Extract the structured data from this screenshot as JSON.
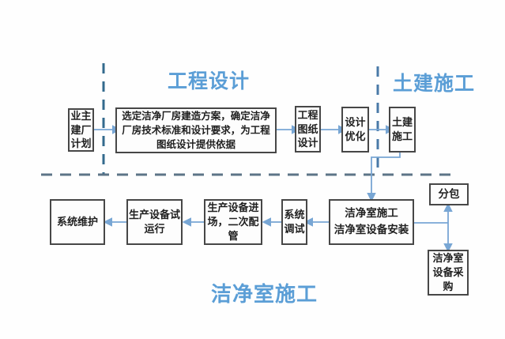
{
  "sections": {
    "engineering_design": "工程设计",
    "civil_construction": "土建施工",
    "cleanroom_construction": "洁净室施工"
  },
  "boxes": {
    "owner_plan": "业主\n建厂\n计划",
    "design_scheme": "选定洁净厂房建造方案，确定洁净\n厂房技术标准和设计要求，为工程\n图纸设计提供依据",
    "drawing_design": "工程\n图纸\n设计",
    "design_optimization": "设计\n优化",
    "civil_work": "土建\n施工",
    "subcontract": "分包",
    "cleanroom_main": "洁净室施工\n洁净室设备安装",
    "equipment_purchase": "洁净室\n设备采\n购",
    "system_debug": "系统\n调试",
    "equipment_entry": "生产设备进\n场，二次配\n管",
    "trial_run": "生产设备试\n运行",
    "system_maintenance": "系统维护"
  },
  "colors": {
    "section_title_blue": "#5b9ed6",
    "connector_blue": "#78a6d4",
    "dash_vertical_left": "#336a8d",
    "dash_vertical_right": "#4a7aa8",
    "dash_horizontal": "#5d7487",
    "box_border": "#474747",
    "box_text": "#1f1f1f",
    "background": "#fefefe"
  }
}
